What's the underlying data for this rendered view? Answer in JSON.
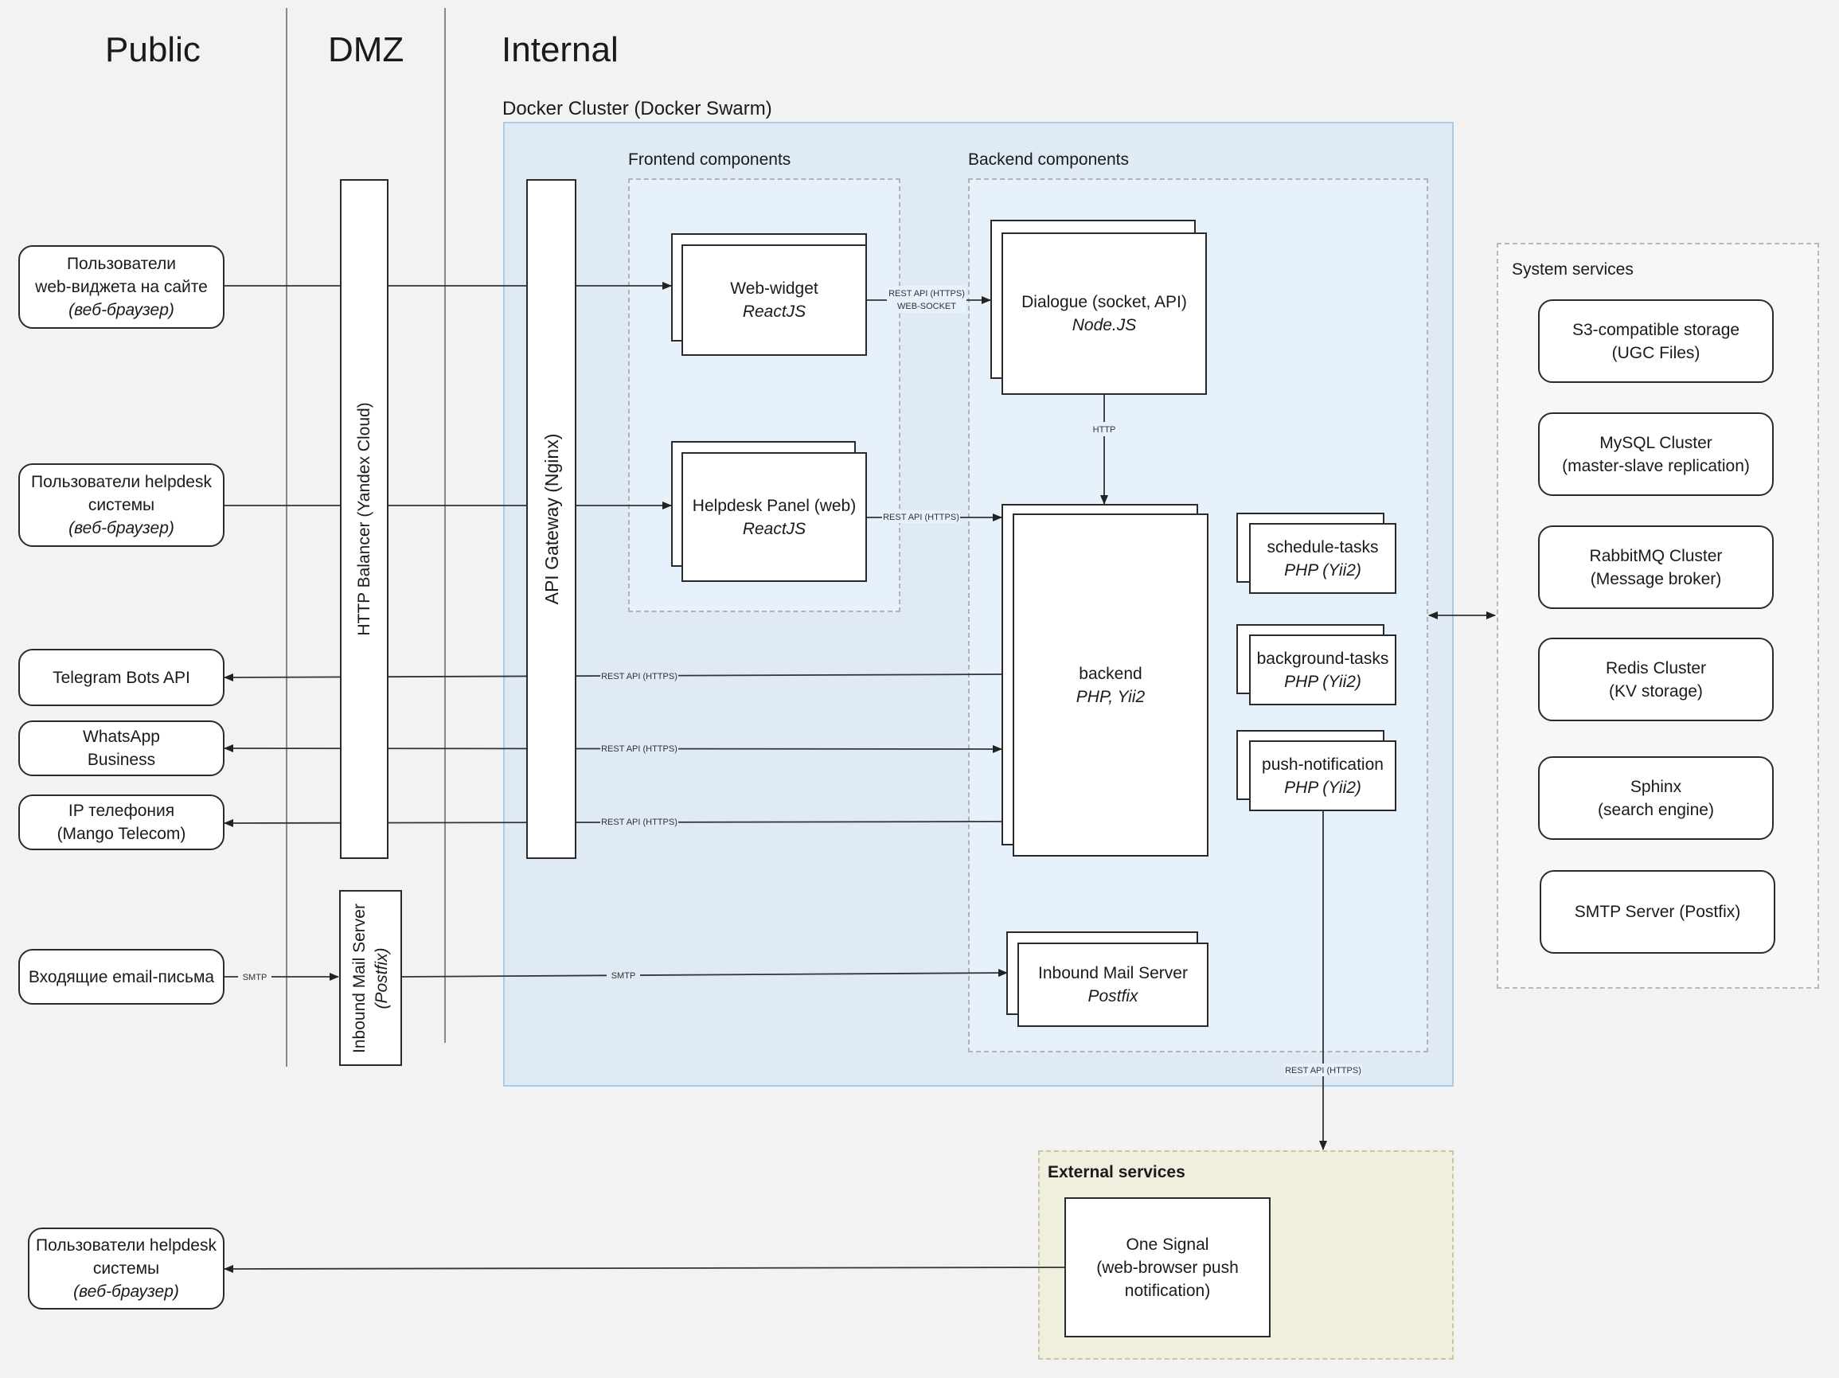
{
  "zones": {
    "public": "Public",
    "dmz": "DMZ",
    "internal": "Internal"
  },
  "cluster": {
    "title": "Docker Cluster (Docker Swarm)"
  },
  "frontend": {
    "title": "Frontend components",
    "web_widget": {
      "name": "Web-widget",
      "tech": "ReactJS"
    },
    "helpdesk_panel": {
      "name": "Helpdesk Panel (web)",
      "tech": "ReactJS"
    }
  },
  "backend_group": {
    "title": "Backend components",
    "dialogue": {
      "name": "Dialogue (socket, API)",
      "tech": "Node.JS"
    },
    "backend": {
      "name": "backend",
      "tech": "PHP, Yii2"
    },
    "schedule_tasks": {
      "name": "schedule-tasks",
      "tech": "PHP (Yii2)"
    },
    "background_tasks": {
      "name": "background-tasks",
      "tech": "PHP (Yii2)"
    },
    "push_notification": {
      "name": "push-notification",
      "tech": "PHP (Yii2)"
    },
    "inbound_mail": {
      "name": "Inbound Mail Server",
      "tech": "Postfix"
    }
  },
  "dmz": {
    "balancer": "HTTP Balancer (Yandex Cloud)",
    "gateway": "API Gateway  (Nginx)",
    "mail_server": {
      "name": "Inbound Mail Server",
      "tech": "(Postfix)"
    }
  },
  "public": {
    "web_widget_users": {
      "line1": "Пользователи",
      "line2": "web-виджета на сайте",
      "note": "(веб-браузер)"
    },
    "helpdesk_users": {
      "line1": "Пользователи helpdesk",
      "line2": "системы",
      "note": "(веб-браузер)"
    },
    "telegram": "Telegram Bots API",
    "whatsapp": {
      "line1": "WhatsApp",
      "line2": "Business"
    },
    "ip_phone": {
      "line1": "IP телефония",
      "line2": "(Mango Telecom)"
    },
    "email": "Входящие email-письма",
    "helpdesk_users_bottom": {
      "line1": "Пользователи helpdesk",
      "line2": "системы",
      "note": "(веб-браузер)"
    }
  },
  "system_services": {
    "title": "System services",
    "items": [
      {
        "line1": "S3-compatible storage",
        "line2": "(UGC Files)"
      },
      {
        "line1": "MySQL Cluster",
        "line2": "(master-slave replication)"
      },
      {
        "line1": "RabbitMQ Cluster",
        "line2": "(Message broker)"
      },
      {
        "line1": "Redis Cluster",
        "line2": "(KV storage)"
      },
      {
        "line1": "Sphinx",
        "line2": "(search engine)"
      },
      {
        "line1": "SMTP Server (Postfix)",
        "line2": ""
      }
    ]
  },
  "external": {
    "title": "External services",
    "one_signal": {
      "line1": "One Signal",
      "line2": "(web-browser push",
      "line3": "notification)"
    }
  },
  "edge_labels": {
    "rest_https": "REST API (HTTPS)",
    "web_socket": "WEB-SOCKET",
    "http": "HTTP",
    "smtp": "SMTP"
  },
  "colors": {
    "cluster_fill": "#dfeaf5",
    "cluster_border": "#a9cde8",
    "group_fill": "#e7f1fb",
    "external_fill": "#f0efde",
    "system_fill": "#f7f7f7"
  }
}
